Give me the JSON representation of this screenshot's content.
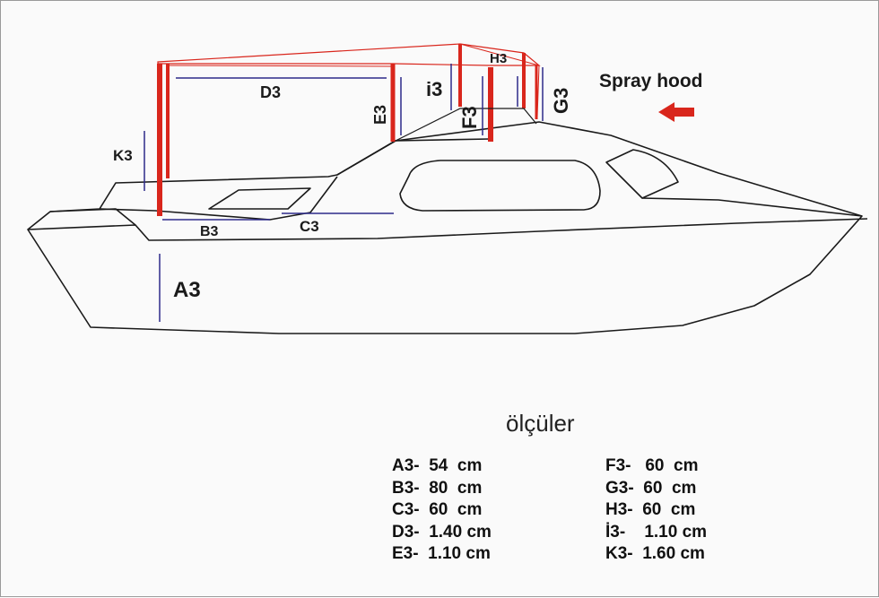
{
  "title": "Spray hood",
  "legend": {
    "heading": "ölçüler",
    "column_1": [
      {
        "key": "A3-",
        "value": "54  cm"
      },
      {
        "key": "B3-",
        "value": "80  cm"
      },
      {
        "key": "C3-",
        "value": "60  cm"
      },
      {
        "key": "D3-",
        "value": "1.40 cm"
      },
      {
        "key": "E3-",
        "value": "1.10 cm"
      }
    ],
    "column_2": [
      {
        "key": "F3-",
        "value": "60  cm"
      },
      {
        "key": "G3-",
        "value": "60  cm"
      },
      {
        "key": "H3-",
        "value": "60  cm"
      },
      {
        "key": "İ3-",
        "value": "1.10 cm"
      },
      {
        "key": "K3-",
        "value": "1.60 cm"
      }
    ]
  },
  "dimension_labels": {
    "A3": "A3",
    "B3": "B3",
    "C3": "C3",
    "D3": "D3",
    "E3": "E3",
    "F3": "F3",
    "G3": "G3",
    "H3": "H3",
    "I3": "i3",
    "K3": "K3"
  },
  "colors": {
    "frame": "#d9261c",
    "dimension_line": "#2c2a8a",
    "hull_outline": "#1a1a1a",
    "arrow": "#d9261c"
  },
  "icons": {
    "direction_arrow": "arrow-left-icon"
  }
}
